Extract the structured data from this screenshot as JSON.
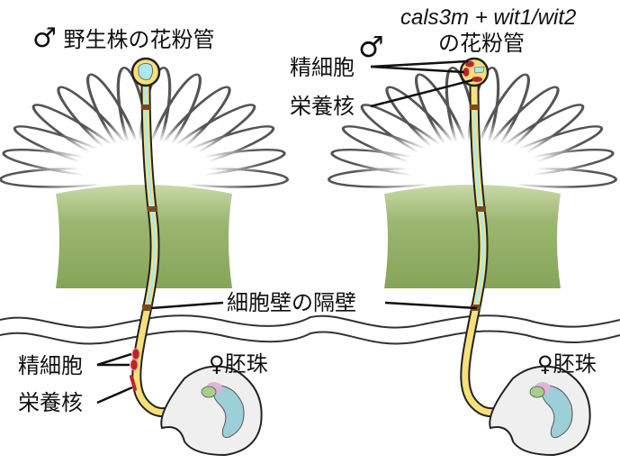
{
  "left_panel": {
    "male_symbol": "♂",
    "title": "野生株の花粉管",
    "labels": {
      "sperm_cells": "精細胞",
      "vegetative_nucleus": "栄養核",
      "ovule_symbol": "♀",
      "ovule": "胚珠"
    }
  },
  "right_panel": {
    "male_symbol": "♂",
    "title_line1": "cals3m + wit1/wit2",
    "title_line2": "の花粉管",
    "labels": {
      "sperm_cells": "精細胞",
      "vegetative_nucleus": "栄養核",
      "ovule_symbol": "♀",
      "ovule": "胚珠"
    }
  },
  "shared_labels": {
    "callose_plug": "細胞壁の隔壁"
  },
  "colors": {
    "stigma_green": "#8fac62",
    "tube_yellow": "#f7e07a",
    "cytoplasm_cyan": "#a9e8f0",
    "plug_brown": "#7a4a1a",
    "sperm_red": "#c0222a",
    "embryo_sac_blue": "#9ccfd8",
    "synergid_green": "#a8cf8a",
    "egg_pink": "#e0b6d8",
    "ovule_gray": "#efefef"
  }
}
